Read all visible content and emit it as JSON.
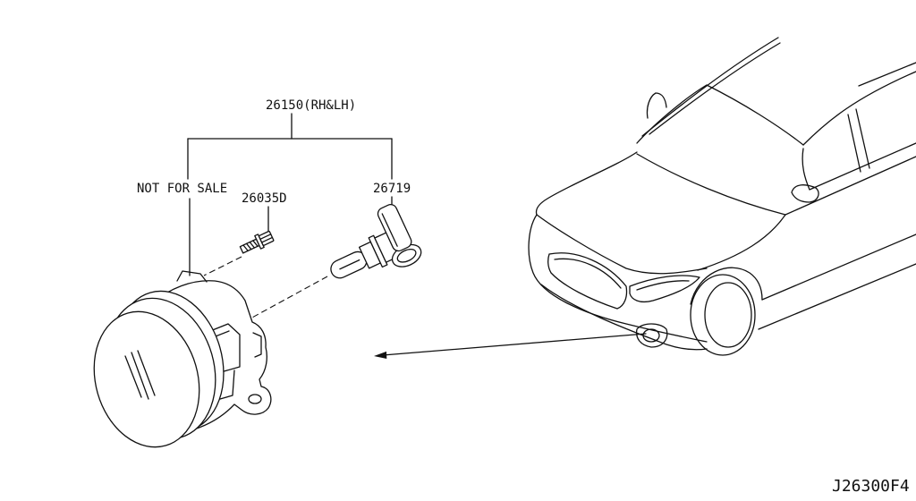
{
  "labels": {
    "assembly_part_no": "26150(RH&LH)",
    "housing_note": "NOT FOR SALE",
    "screw_part_no": "26035D",
    "bulb_part_no": "26719",
    "illustration_code": "J26300F4"
  },
  "colors": {
    "line": "#111111",
    "background": "#ffffff"
  }
}
